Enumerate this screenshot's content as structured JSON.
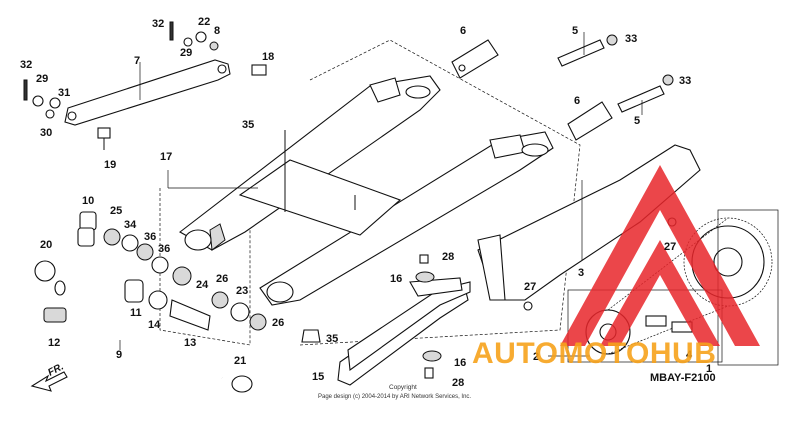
{
  "diagram": {
    "code": "MBAY-F2100",
    "copyright_line1": "Copyright",
    "copyright_line2": "Page design (c) 2004-2014 by ARI Network Services, Inc.",
    "direction_arrow_label": "FR.",
    "watermark_text": "AUTOMOTOHUB",
    "colors": {
      "line": "#111111",
      "watermark_red": "#e8262b",
      "watermark_orange": "#f7a21b"
    }
  },
  "callouts": [
    {
      "label": "32"
    },
    {
      "label": "22"
    },
    {
      "label": "29"
    },
    {
      "label": "8"
    },
    {
      "label": "7"
    },
    {
      "label": "18"
    },
    {
      "label": "32"
    },
    {
      "label": "29"
    },
    {
      "label": "31"
    },
    {
      "label": "30"
    },
    {
      "label": "19"
    },
    {
      "label": "6"
    },
    {
      "label": "5"
    },
    {
      "label": "33"
    },
    {
      "label": "33"
    },
    {
      "label": "6"
    },
    {
      "label": "5"
    },
    {
      "label": "35"
    },
    {
      "label": "17"
    },
    {
      "label": "10"
    },
    {
      "label": "25"
    },
    {
      "label": "34"
    },
    {
      "label": "36"
    },
    {
      "label": "36"
    },
    {
      "label": "20"
    },
    {
      "label": "24"
    },
    {
      "label": "26"
    },
    {
      "label": "23"
    },
    {
      "label": "26"
    },
    {
      "label": "11"
    },
    {
      "label": "14"
    },
    {
      "label": "13"
    },
    {
      "label": "12"
    },
    {
      "label": "9"
    },
    {
      "label": "35"
    },
    {
      "label": "28"
    },
    {
      "label": "16"
    },
    {
      "label": "16"
    },
    {
      "label": "28"
    },
    {
      "label": "15"
    },
    {
      "label": "21"
    },
    {
      "label": "27"
    },
    {
      "label": "27"
    },
    {
      "label": "3"
    },
    {
      "label": "2"
    },
    {
      "label": "4"
    },
    {
      "label": "1"
    }
  ]
}
